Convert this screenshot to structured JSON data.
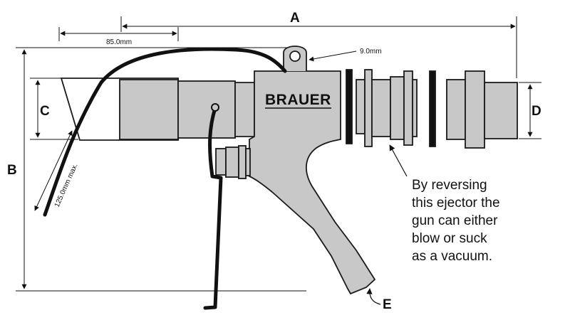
{
  "diagram": {
    "brand": "BRAUER",
    "dimensions": {
      "a": "A",
      "b": "B",
      "c": "C",
      "d": "D",
      "e": "E",
      "length_85": "85.0mm",
      "length_9": "9.0mm",
      "length_125": "125.0mm max."
    },
    "note_lines": [
      "By reversing",
      "this ejector the",
      "gun can either",
      "blow or suck",
      "as a vacuum."
    ],
    "colors": {
      "body_fill": "#c8c8c8",
      "outline": "#1a1a1a",
      "hose": "#111111",
      "background": "#ffffff"
    }
  }
}
